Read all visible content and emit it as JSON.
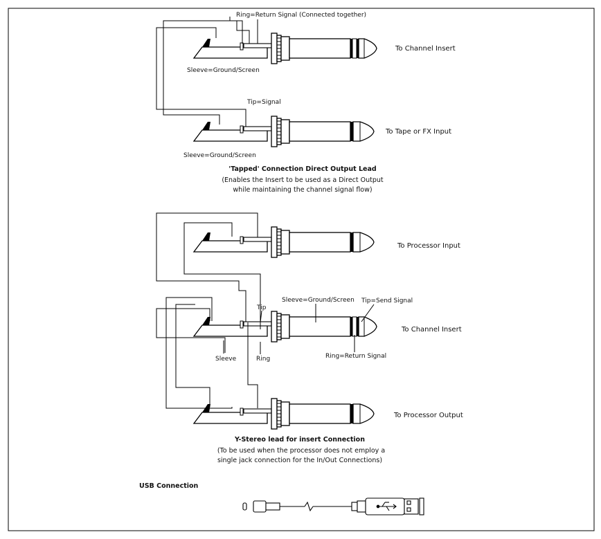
{
  "section1": {
    "ring_label": "Ring=Return Signal (Connected together)",
    "sleeve_label_top": "Sleeve=Ground/Screen",
    "to_channel_insert": "To Channel Insert",
    "tip_label": "Tip=Signal",
    "to_tape": "To Tape or FX Input",
    "sleeve_label_bottom": "Sleeve=Ground/Screen",
    "title": "'Tapped' Connection Direct Output Lead",
    "caption_line1": "(Enables the Insert to be used as a Direct Output",
    "caption_line2": "while maintaining the channel signal flow)"
  },
  "section2": {
    "to_processor_input": "To Processor Input",
    "tip": "Tip",
    "sleeve_ground": "Sleeve=Ground/Screen",
    "tip_send": "Tip=Send Signal",
    "to_channel_insert": "To Channel Insert",
    "sleeve": "Sleeve",
    "ring": "Ring",
    "ring_return": "Ring=Return Signal",
    "to_processor_output": "To Processor Output",
    "title": "Y-Stereo lead for insert Connection",
    "caption_line1": "(To be used when the processor does not employ a",
    "caption_line2": "single jack connection for the In/Out Connections)"
  },
  "usb": {
    "title": "USB Connection"
  }
}
